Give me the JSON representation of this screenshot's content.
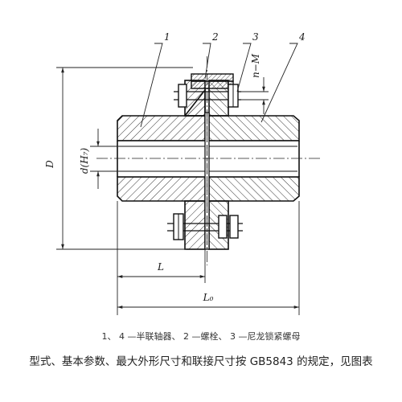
{
  "callouts": {
    "c1": "1",
    "c2": "2",
    "c3": "3",
    "c4": "4"
  },
  "dimensions": {
    "outer_diameter": "D",
    "bore": "d(H₇)",
    "bolt": "n−M",
    "hub_length": "L",
    "total_length": "L₀"
  },
  "caption": "1、 4 —半联轴器、 2 —螺栓、 3 —尼龙锁紧螺母",
  "note": "型式、基本参数、最大外形尺寸和联接尺寸按 GB5843 的规定，见图表"
}
